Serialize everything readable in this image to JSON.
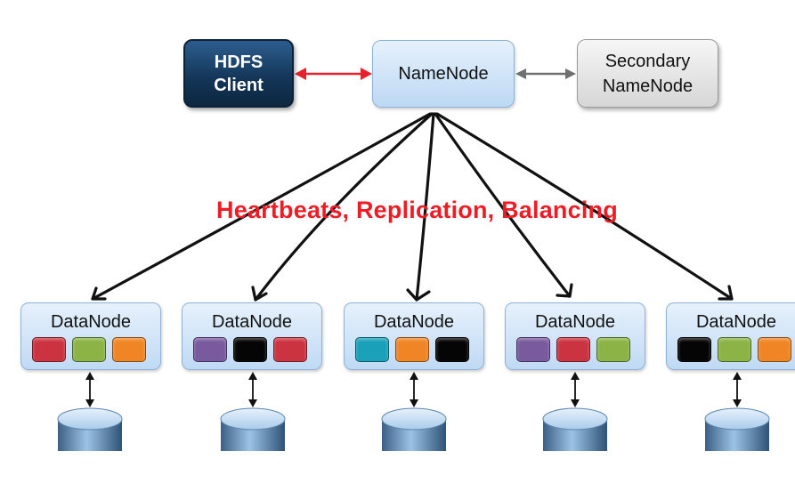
{
  "nodes": {
    "hdfs_client": {
      "line1": "HDFS",
      "line2": "Client"
    },
    "namenode": {
      "label": "NameNode"
    },
    "secondary_namenode": {
      "line1": "Secondary",
      "line2": "NameNode"
    }
  },
  "edge_label": "Heartbeats, Replication, Balancing",
  "colors": {
    "red": "#cc3340",
    "green": "#8cb345",
    "orange": "#f08525",
    "purple": "#7a5a9e",
    "black": "#050505",
    "teal": "#1aa0b8",
    "accent_red": "#ee1c25"
  },
  "datanodes": [
    {
      "label": "DataNode",
      "blocks": [
        "red",
        "green",
        "orange"
      ]
    },
    {
      "label": "DataNode",
      "blocks": [
        "purple",
        "black",
        "red"
      ]
    },
    {
      "label": "DataNode",
      "blocks": [
        "teal",
        "orange",
        "black"
      ]
    },
    {
      "label": "DataNode",
      "blocks": [
        "purple",
        "red",
        "green"
      ]
    },
    {
      "label": "DataNode",
      "blocks": [
        "black",
        "green",
        "orange"
      ]
    }
  ]
}
